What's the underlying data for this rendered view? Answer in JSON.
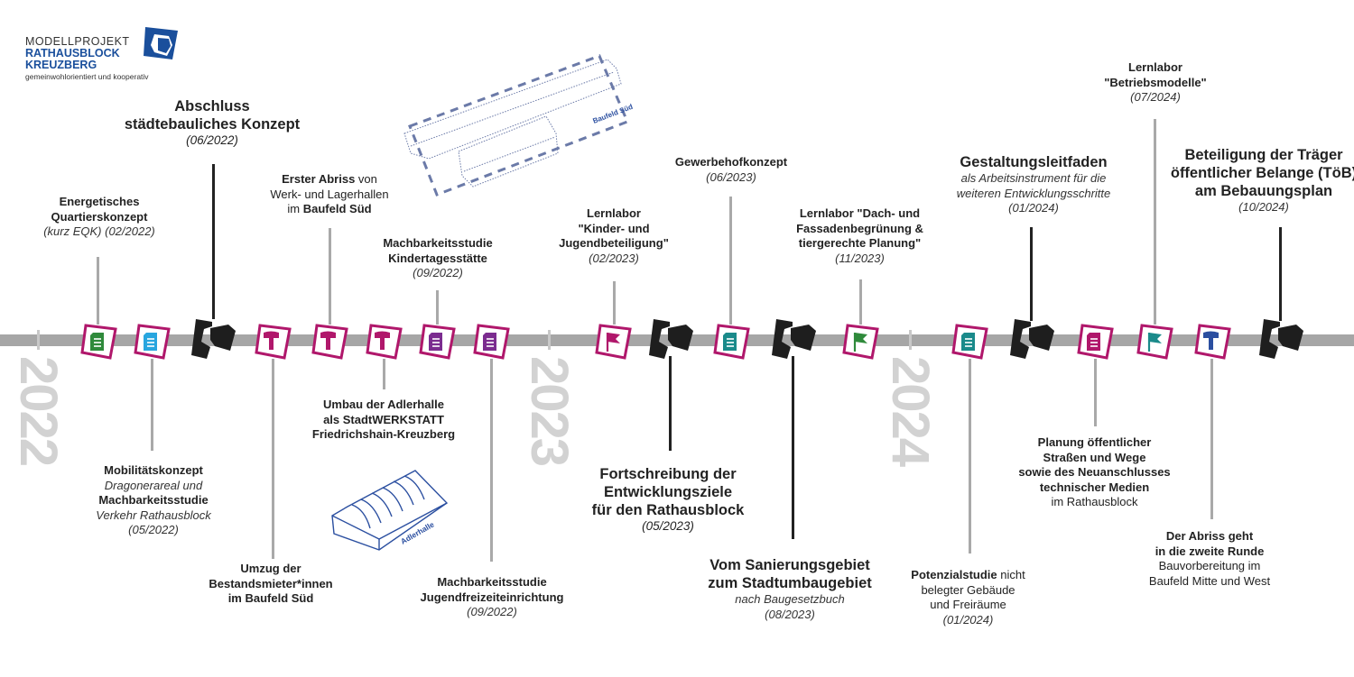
{
  "logo": {
    "line1": "MODELLPROJEKT",
    "line2": "RATHAUSBLOCK",
    "line3": "KREUZBERG",
    "tagline": "gemeinwohlorientiert und kooperativ",
    "brand_color": "#1a4f9c"
  },
  "colors": {
    "frame": "#b0176b",
    "timeline": "#a6a6a6",
    "year": "#d2d2d2",
    "milestone": "#1e1e1e",
    "green": "#2f8a3b",
    "lightblue": "#28a6df",
    "purple": "#7b2c8f",
    "teal": "#1a8a8a",
    "magenta": "#b0176b",
    "navy": "#2b4fa0"
  },
  "years": [
    "2022",
    "2023",
    "2024"
  ],
  "drawings": {
    "baufeld_sued": "Baufeld Süd",
    "adlerhalle": "Adlerhalle"
  },
  "events": [
    {
      "id": "eqk",
      "icon": "document-icon",
      "icon_color": "green",
      "title1": "Energetisches",
      "title2": "Quartierskonzept",
      "date": "(kurz EQK) (02/2022)"
    },
    {
      "id": "mobil",
      "icon": "document-icon",
      "icon_color": "lightblue",
      "title1": "Mobilitätskonzept",
      "sub1": "Dragonerareal und",
      "title2": "Machbarkeitsstudie",
      "sub2": "Verkehr Rathausblock",
      "date": "(05/2022)"
    },
    {
      "id": "staedtebau",
      "icon": "milestone-icon",
      "title1": "Abschluss",
      "title2": "städtebauliches Konzept",
      "date": "(06/2022)"
    },
    {
      "id": "umzug",
      "icon": "hammer-icon",
      "icon_color": "magenta",
      "title1": "Umzug der",
      "title2": "Bestandsmieter*innen",
      "title3": "im Baufeld Süd"
    },
    {
      "id": "abriss1",
      "icon": "hammer-icon",
      "icon_color": "magenta",
      "bold1": "Erster Abriss",
      "reg1": " von",
      "reg2": "Werk- und Lagerhallen",
      "reg3": "im ",
      "bold3": "Baufeld Süd"
    },
    {
      "id": "adlerhalle",
      "icon": "hammer-icon",
      "icon_color": "magenta",
      "title1": "Umbau der Adlerhalle",
      "title2": "als StadtWERKSTATT",
      "title3": "Friedrichshain-Kreuzberg"
    },
    {
      "id": "kita",
      "icon": "document-icon",
      "icon_color": "purple",
      "title1": "Machbarkeitsstudie",
      "title2": "Kindertagesstätte",
      "date": "(09/2022)"
    },
    {
      "id": "jfe",
      "icon": "document-icon",
      "icon_color": "purple",
      "title1": "Machbarkeitsstudie",
      "title2": "Jugendfreizeiteinrichtung",
      "date": "(09/2022)"
    },
    {
      "id": "lernlabor1",
      "icon": "flag-icon",
      "icon_color": "magenta",
      "title1": "Lernlabor",
      "title2": "\"Kinder- und",
      "title3": "Jugendbeteiligung\"",
      "date": "(02/2023)"
    },
    {
      "id": "fortschreibung",
      "icon": "milestone-icon",
      "title1": "Fortschreibung der",
      "title2": "Entwicklungsziele",
      "title3": "für den Rathausblock",
      "date": "(05/2023)"
    },
    {
      "id": "gewerbehof",
      "icon": "document-icon",
      "icon_color": "teal",
      "title1": "Gewerbehofkonzept",
      "date": "(06/2023)"
    },
    {
      "id": "stadtumbau",
      "icon": "milestone-icon",
      "title1": "Vom Sanierungsgebiet",
      "title2": "zum Stadtumbaugebiet",
      "sub1": "nach Baugesetzbuch",
      "date": "(08/2023)"
    },
    {
      "id": "lernlabor2",
      "icon": "flag-icon",
      "icon_color": "green",
      "title1": "Lernlabor \"Dach- und",
      "title2": "Fassadenbegrünung &",
      "title3": "tiergerechte Planung\"",
      "date": "(11/2023)"
    },
    {
      "id": "potenzial",
      "icon": "document-icon",
      "icon_color": "teal",
      "bold1": "Potenzialstudie",
      "reg1": " nicht",
      "reg2": "belegter Gebäude",
      "reg3": "und Freiräume",
      "date": "(01/2024)"
    },
    {
      "id": "leitfaden",
      "icon": "milestone-icon",
      "title1": "Gestaltungsleitfaden",
      "sub1": "als Arbeitsinstrument für die",
      "sub2": "weiteren Entwicklungsschritte",
      "date": "(01/2024)"
    },
    {
      "id": "strassen",
      "icon": "document-icon",
      "icon_color": "magenta",
      "title1": "Planung öffentlicher",
      "title2": "Straßen und Wege",
      "title3": "sowie des Neuanschlusses",
      "title4": "technischer Medien",
      "reg1": "im Rathausblock"
    },
    {
      "id": "lernlabor3",
      "icon": "flag-icon",
      "icon_color": "teal",
      "title1": "Lernlabor",
      "title2": "\"Betriebsmodelle\"",
      "date": "(07/2024)"
    },
    {
      "id": "abriss2",
      "icon": "hammer-icon",
      "icon_color": "navy",
      "title1": "Der Abriss geht",
      "title2": "in die zweite Runde",
      "reg1": "Bauvorbereitung im",
      "reg2": "Baufeld Mitte und West"
    },
    {
      "id": "toeb",
      "icon": "milestone-icon",
      "title1": "Beteiligung der Träger",
      "title2": "öffentlicher Belange (TöB)",
      "title3": "am Bebauungsplan",
      "date": "(10/2024)"
    }
  ]
}
